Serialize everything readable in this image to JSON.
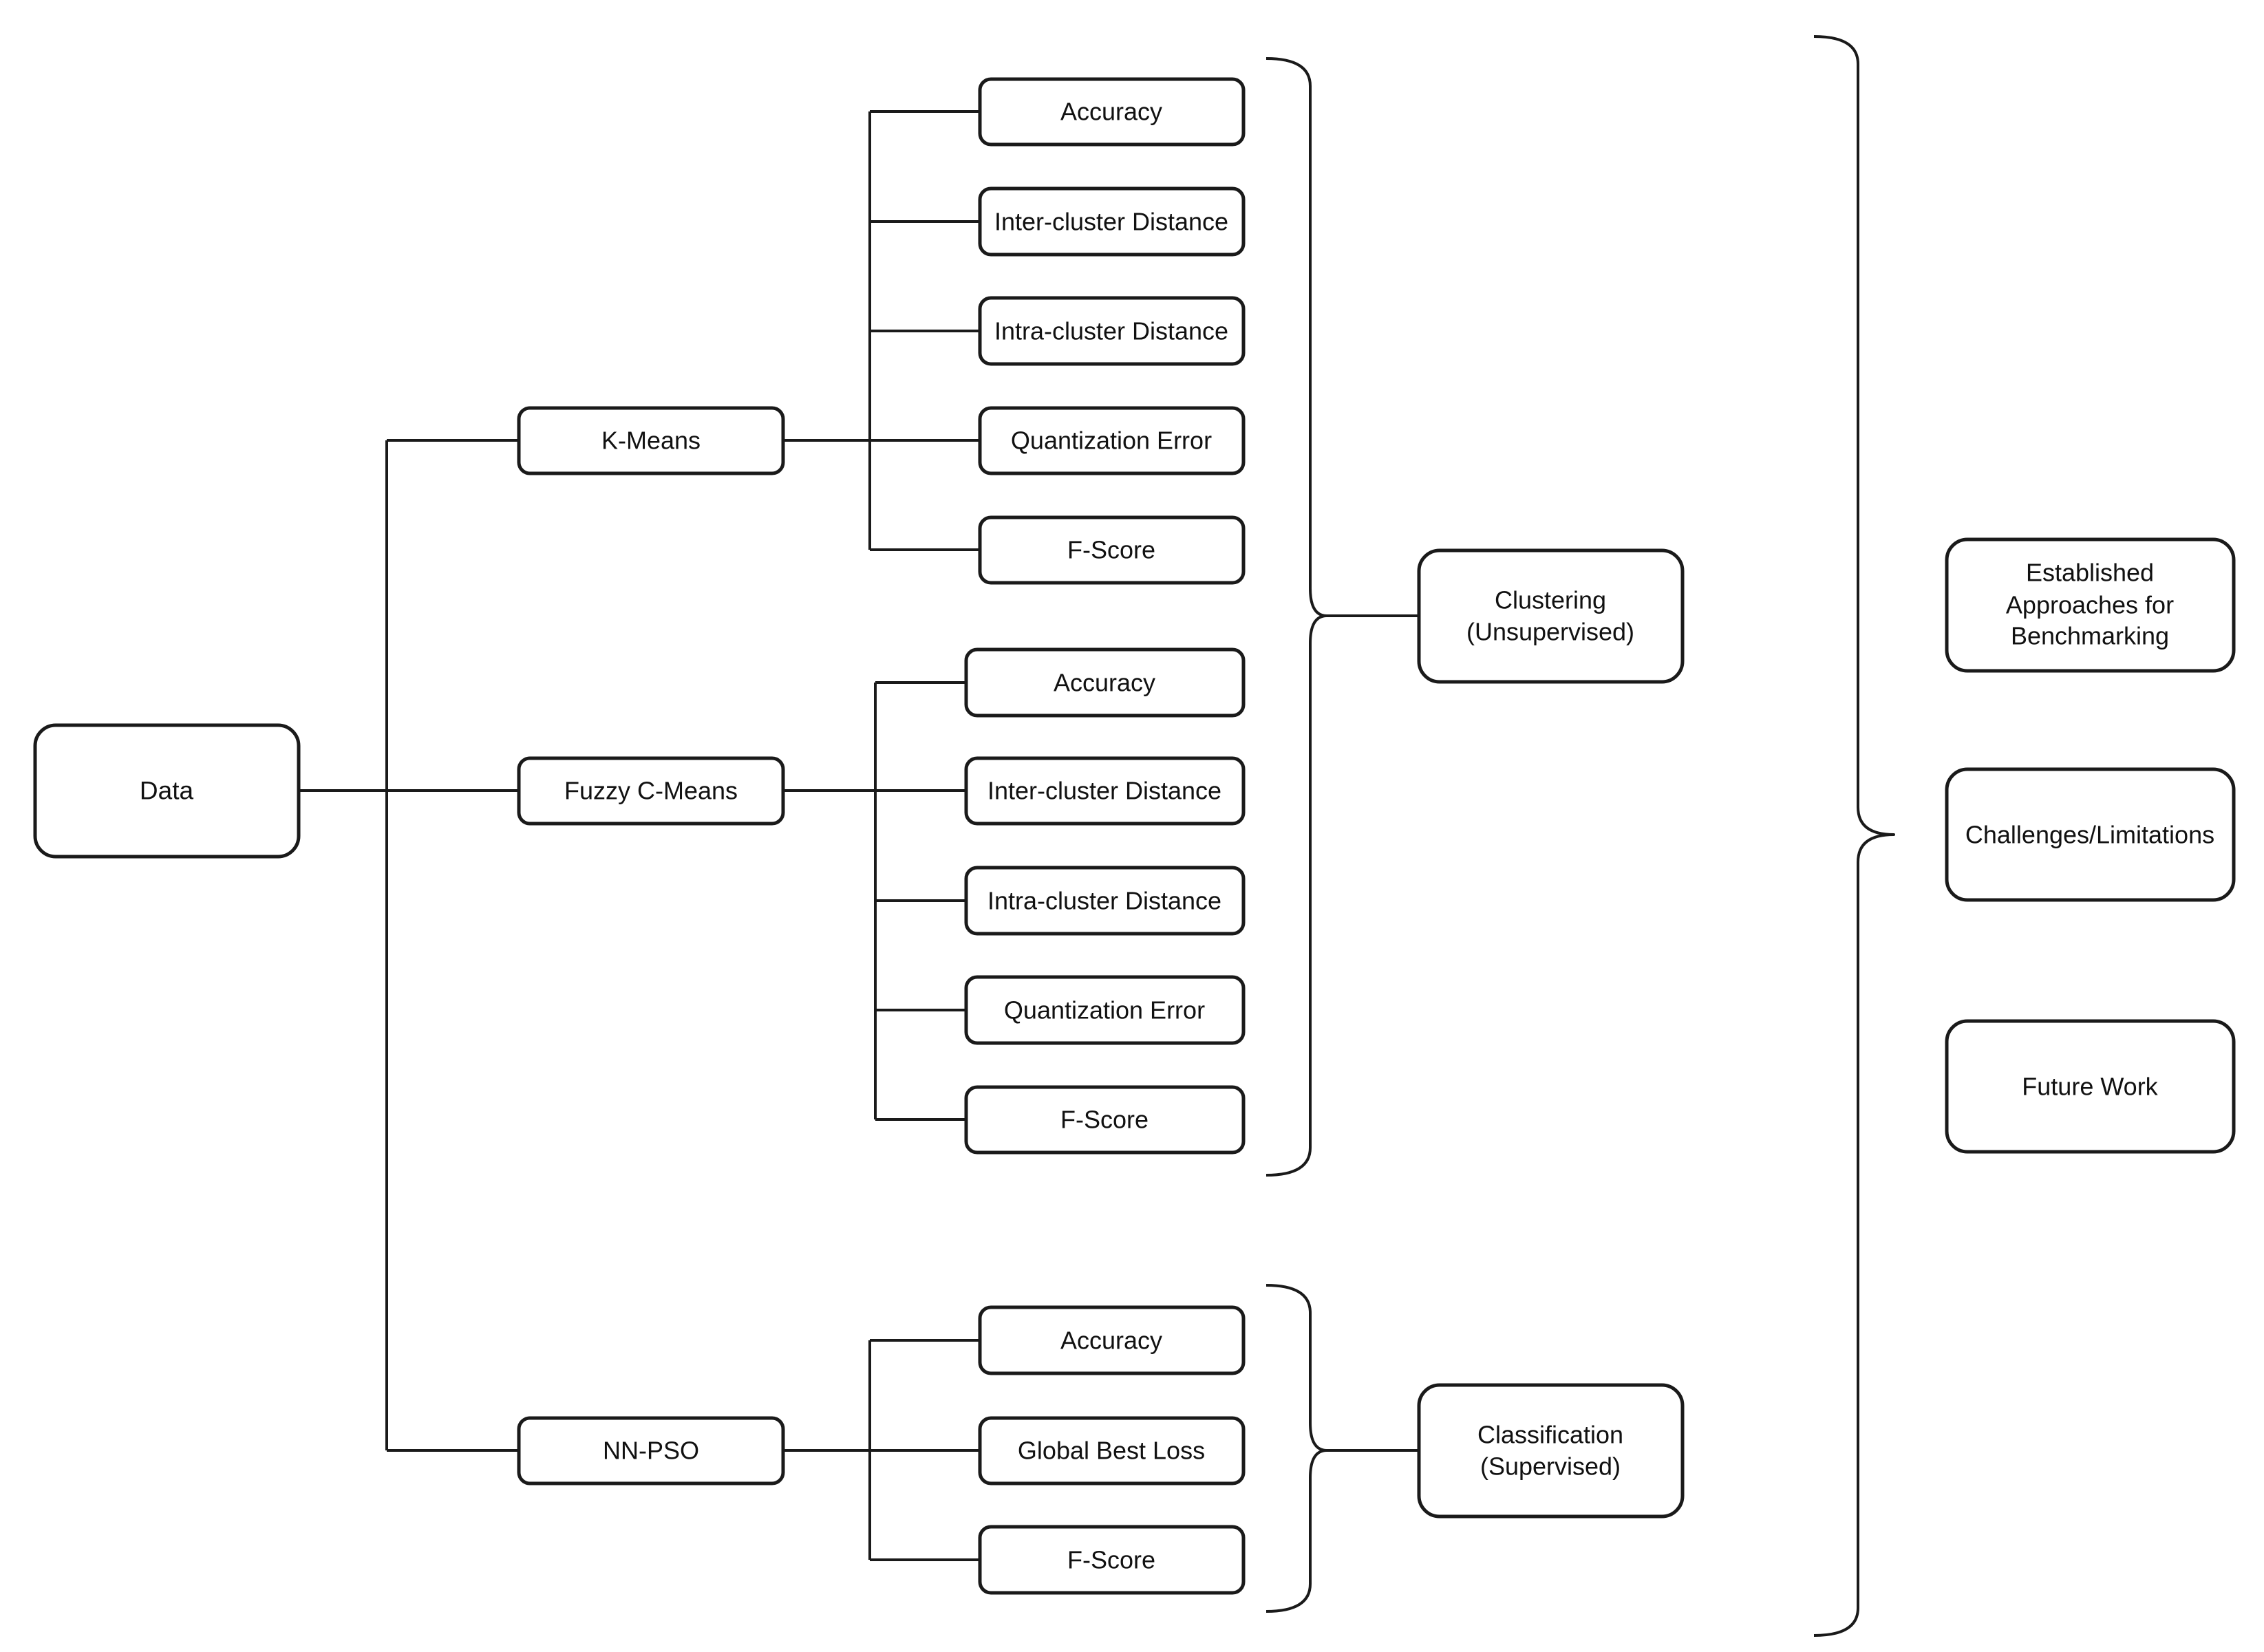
{
  "nodes": {
    "data": "Data",
    "kmeans": "K-Means",
    "fcm": "Fuzzy C-Means",
    "nnpso": "NN-PSO",
    "km_accuracy": "Accuracy",
    "km_inter": "Inter-cluster Distance",
    "km_intra": "Intra-cluster Distance",
    "km_quant": "Quantization Error",
    "km_fscore": "F-Score",
    "fcm_accuracy": "Accuracy",
    "fcm_inter": "Inter-cluster Distance",
    "fcm_intra": "Intra-cluster Distance",
    "fcm_quant": "Quantization Error",
    "fcm_fscore": "F-Score",
    "nn_accuracy": "Accuracy",
    "nn_gbl": "Global Best Loss",
    "nn_fscore": "F-Score",
    "clustering": [
      "Clustering",
      "(Unsupervised)"
    ],
    "classification": [
      "Classification",
      "(Supervised)"
    ],
    "established": [
      "Established",
      "Approaches for",
      "Benchmarking"
    ],
    "challenges": "Challenges/Limitations",
    "future": "Future Work"
  },
  "edges": [
    [
      "data",
      "kmeans"
    ],
    [
      "data",
      "fcm"
    ],
    [
      "data",
      "nnpso"
    ],
    [
      "kmeans",
      "km_accuracy"
    ],
    [
      "kmeans",
      "km_inter"
    ],
    [
      "kmeans",
      "km_intra"
    ],
    [
      "kmeans",
      "km_quant"
    ],
    [
      "kmeans",
      "km_fscore"
    ],
    [
      "fcm",
      "fcm_accuracy"
    ],
    [
      "fcm",
      "fcm_inter"
    ],
    [
      "fcm",
      "fcm_intra"
    ],
    [
      "fcm",
      "fcm_quant"
    ],
    [
      "fcm",
      "fcm_fscore"
    ],
    [
      "nnpso",
      "nn_accuracy"
    ],
    [
      "nnpso",
      "nn_gbl"
    ],
    [
      "nnpso",
      "nn_fscore"
    ]
  ],
  "groupings": [
    {
      "brace": "clustering_brace",
      "members": [
        "km_accuracy",
        "km_inter",
        "km_intra",
        "km_quant",
        "km_fscore",
        "fcm_accuracy",
        "fcm_inter",
        "fcm_intra",
        "fcm_quant",
        "fcm_fscore"
      ],
      "target": "clustering"
    },
    {
      "brace": "classification_brace",
      "members": [
        "nn_accuracy",
        "nn_gbl",
        "nn_fscore"
      ],
      "target": "classification"
    },
    {
      "brace": "outer_brace",
      "members": [
        "clustering",
        "classification"
      ],
      "target": "challenges"
    }
  ],
  "colors": {
    "stroke": "#1a1a1a",
    "text": "#111111",
    "background": "#ffffff"
  }
}
